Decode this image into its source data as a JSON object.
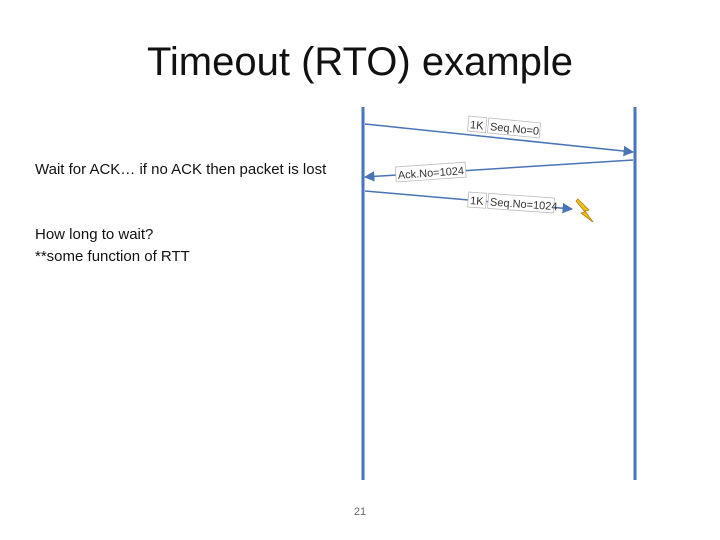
{
  "title": "Timeout (RTO) example",
  "text": {
    "wait": "Wait for ACK… if no ACK then packet is lost",
    "how_long": "How long to wait?",
    "rtt": "**some function of RTT"
  },
  "diagram": {
    "packets": [
      {
        "size": "1K",
        "label": "Seq.No=0"
      },
      {
        "label": "Ack.No=1024"
      },
      {
        "size": "1K",
        "label": "Seq.No=1024"
      }
    ],
    "colors": {
      "timeline": "#4a74b8",
      "lightning": "#f0c020"
    },
    "icon": "lightning-bolt-icon"
  },
  "page_number": "21"
}
